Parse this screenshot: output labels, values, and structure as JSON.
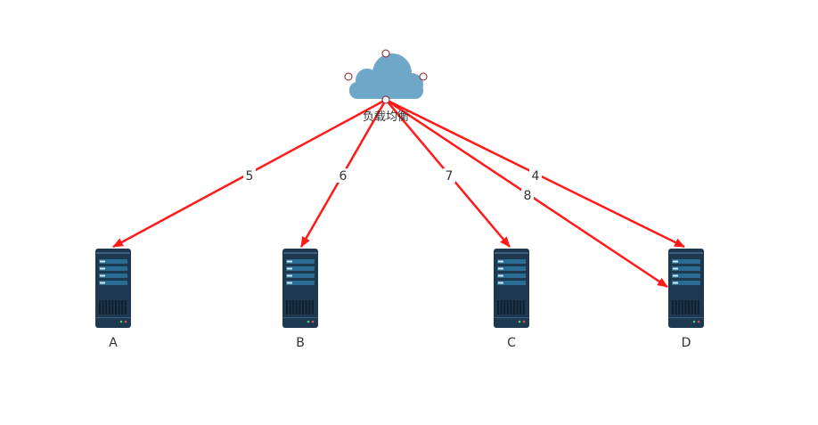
{
  "diagram": {
    "hub": {
      "label": "负载均衡",
      "icon": "cloud-icon"
    },
    "servers": [
      {
        "id": "A",
        "label": "A",
        "icon": "server-icon"
      },
      {
        "id": "B",
        "label": "B",
        "icon": "server-icon"
      },
      {
        "id": "C",
        "label": "C",
        "icon": "server-icon"
      },
      {
        "id": "D",
        "label": "D",
        "icon": "server-icon"
      }
    ],
    "edges": [
      {
        "from": "hub",
        "to": "A",
        "label": "5"
      },
      {
        "from": "hub",
        "to": "B",
        "label": "6"
      },
      {
        "from": "hub",
        "to": "C",
        "label": "7"
      },
      {
        "from": "hub",
        "to": "D",
        "label": "4"
      },
      {
        "from": "hub",
        "to": "D",
        "label": "8"
      }
    ]
  },
  "colors": {
    "edge": "#ff1a1a",
    "cloud": "#6fa7c9",
    "server_body": "#1e3850",
    "server_panel": "#2a6b94",
    "text": "#333333"
  }
}
